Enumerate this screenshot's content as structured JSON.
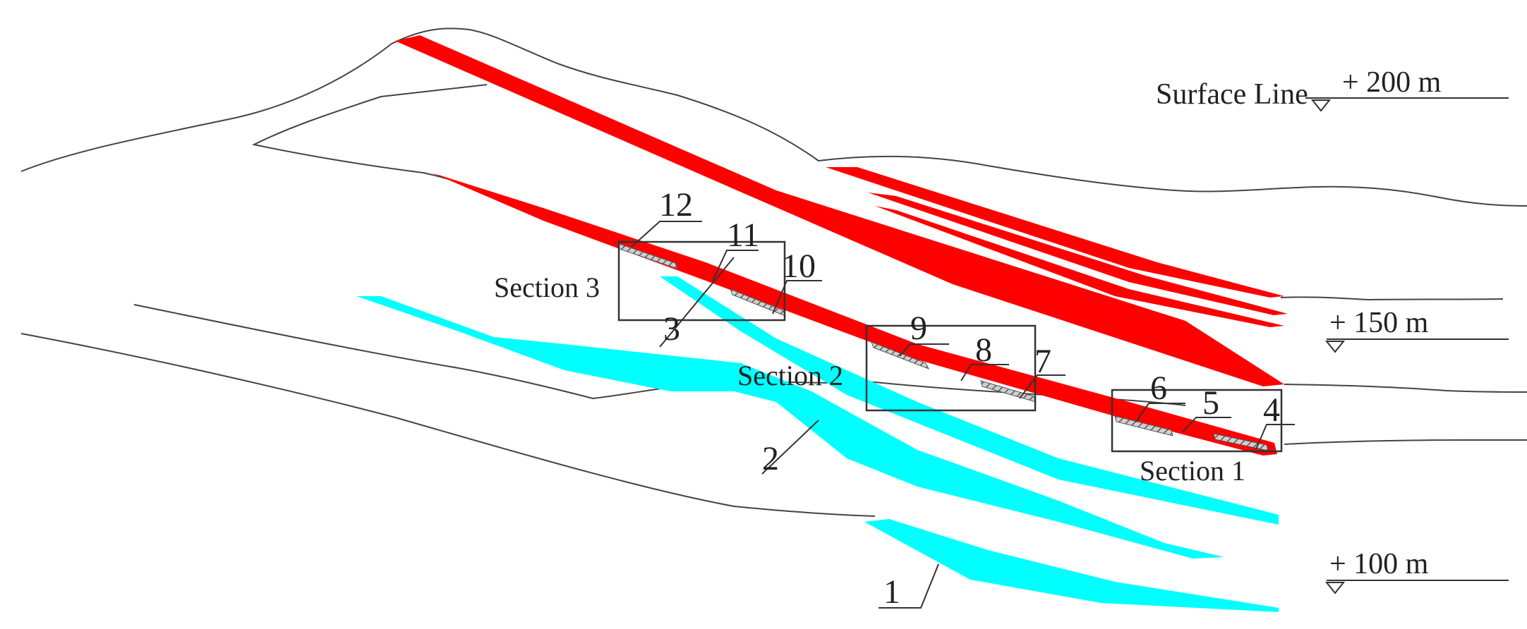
{
  "colors": {
    "red_ore": "#ff0000",
    "cyan_ore": "#00ffff",
    "line": "#444444",
    "text": "#222222"
  },
  "labels": {
    "surface_line": "Surface Line",
    "elev_200": "+ 200 m",
    "elev_150": "+ 150 m",
    "elev_100": "+ 100 m",
    "section_1": "Section 1",
    "section_2": "Section 2",
    "section_3": "Section 3"
  },
  "numbers": {
    "n1": "1",
    "n2": "2",
    "n3": "3",
    "n4": "4",
    "n5": "5",
    "n6": "6",
    "n7": "7",
    "n8": "8",
    "n9": "9",
    "n10": "10",
    "n11": "11",
    "n12": "12"
  }
}
